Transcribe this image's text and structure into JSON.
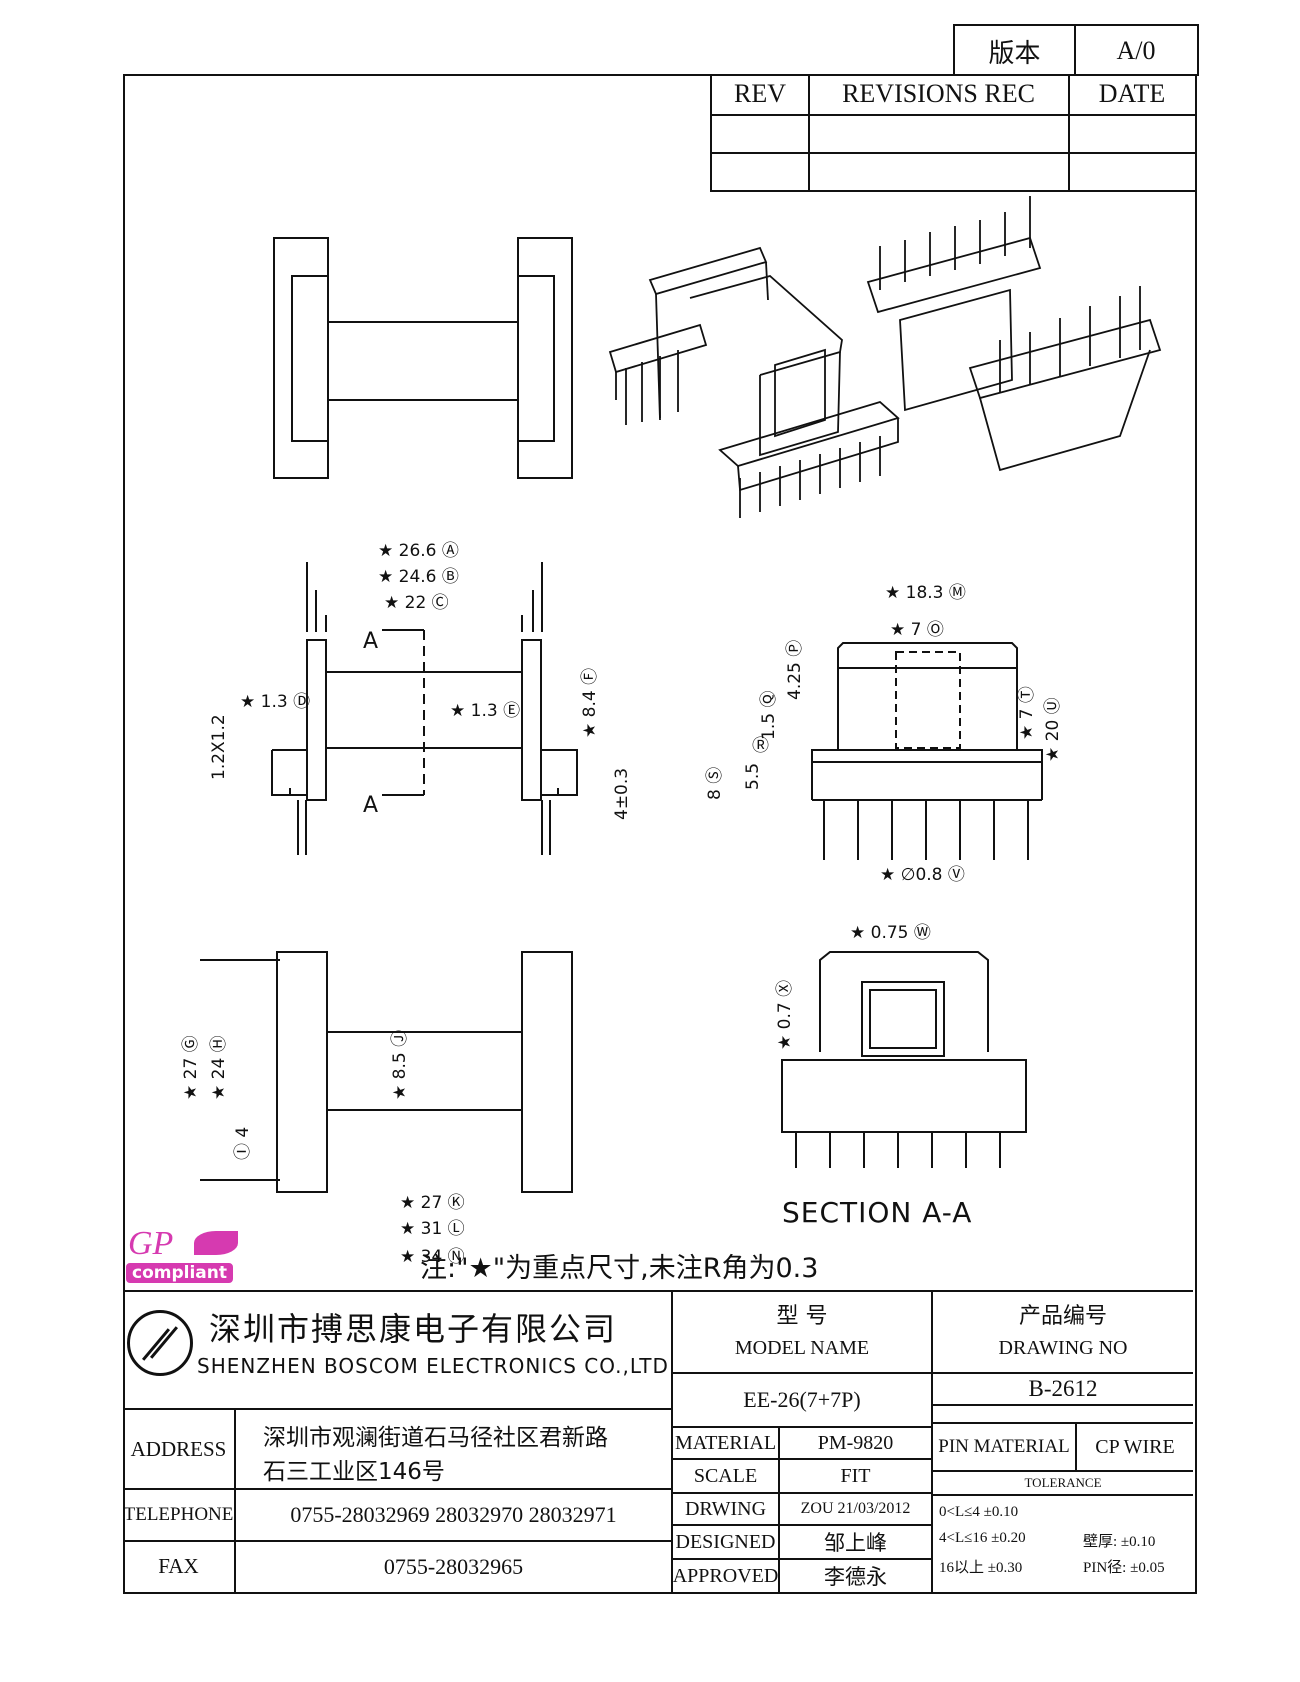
{
  "version_box": {
    "label": "版本",
    "value": "A/0"
  },
  "revisions": {
    "col_rev": "REV",
    "col_rec": "REVISIONS REC",
    "col_date": "DATE"
  },
  "dims": {
    "a": "★ 26.6 Ⓐ",
    "b": "★ 24.6 Ⓑ",
    "c": "★ 22 Ⓒ",
    "d": "★ 1.3 Ⓓ",
    "e": "★ 1.3 Ⓔ",
    "f": "★ 8.4 Ⓕ",
    "pin_sq": "1.2X1.2",
    "pin_len": "4±0.3",
    "sec_a": "A",
    "m": "★ 18.3 Ⓜ",
    "o": "★ 7 Ⓞ",
    "p": "4.25 Ⓟ",
    "q": "1.5 Ⓠ",
    "r": "Ⓡ",
    "s": "8 Ⓢ",
    "s55": "5.5",
    "t": "★ 7 Ⓣ",
    "u": "★ 20 Ⓤ",
    "v": "★ ∅0.8 Ⓥ",
    "g": "★ 27 Ⓖ",
    "h": "★ 24 Ⓗ",
    "i": "Ⓘ 4",
    "j": "★ 8.5 Ⓙ",
    "k": "★ 27 Ⓚ",
    "l": "★ 31 Ⓛ",
    "n": "★ 34 Ⓝ",
    "w": "★ 0.75 Ⓦ",
    "x": "★ 0.7 Ⓧ"
  },
  "section_label": "SECTION A-A",
  "note": "注:\"★\"为重点尺寸,未注R角为0.3",
  "gp_badge": {
    "gp": "GP",
    "compliant": "compliant"
  },
  "company": {
    "name_cn": "深圳市搏思康电子有限公司",
    "name_en": "SHENZHEN BOSCOM ELECTRONICS CO.,LTD"
  },
  "address": {
    "label": "ADDRESS",
    "line1": "深圳市观澜街道石马径社区君新路",
    "line2": "石三工业区146号"
  },
  "telephone": {
    "label": "TELEPHONE",
    "value": "0755-28032969 28032970 28032971"
  },
  "fax": {
    "label": "FAX",
    "value": "0755-28032965"
  },
  "model": {
    "label_cn": "型 号",
    "label_en": "MODEL NAME",
    "value": "EE-26(7+7P)"
  },
  "drawing_no": {
    "label_cn": "产品编号",
    "label_en": "DRAWING NO",
    "value": "B-2612"
  },
  "material": {
    "label": "MATERIAL",
    "value": "PM-9820"
  },
  "scale": {
    "label": "SCALE",
    "value": "FIT"
  },
  "drawing": {
    "label": "DRWING",
    "value": "ZOU 21/03/2012"
  },
  "designed": {
    "label": "DESIGNED",
    "value": "邹上峰"
  },
  "approved": {
    "label": "APPROVED",
    "value": "李德永"
  },
  "pin_material": {
    "label": "PIN MATERIAL",
    "value": "CP WIRE"
  },
  "tolerance": {
    "label": "TOLERANCE",
    "row1": "0<L≤4 ±0.10",
    "row2": "4<L≤16 ±0.20",
    "row2b": "壁厚: ±0.10",
    "row3": "16以上 ±0.30",
    "row3b": "PIN径: ±0.05"
  },
  "colors": {
    "line": "#111111",
    "gp_pink": "#d63ab0",
    "paper": "#ffffff"
  }
}
